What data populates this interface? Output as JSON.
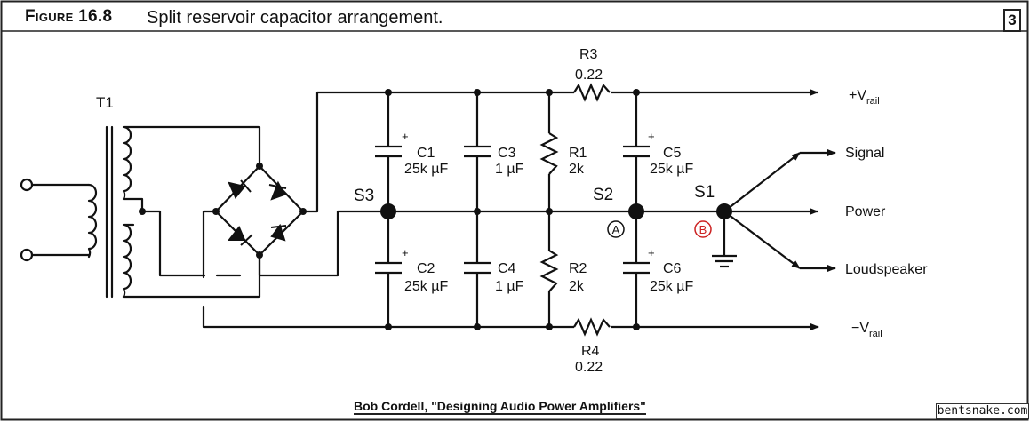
{
  "figure": {
    "label": "Figure 16.8",
    "caption": "Split reservoir capacitor arrangement.",
    "corner_number": "3"
  },
  "components": {
    "transformer": "T1",
    "c1": {
      "name": "C1",
      "value": "25k µF"
    },
    "c2": {
      "name": "C2",
      "value": "25k µF"
    },
    "c3": {
      "name": "C3",
      "value": "1 µF"
    },
    "c4": {
      "name": "C4",
      "value": "1 µF"
    },
    "c5": {
      "name": "C5",
      "value": "25k µF"
    },
    "c6": {
      "name": "C6",
      "value": "25k µF"
    },
    "r1": {
      "name": "R1",
      "value": "2k"
    },
    "r2": {
      "name": "R2",
      "value": "2k"
    },
    "r3": {
      "name": "R3",
      "value": "0.22"
    },
    "r4": {
      "name": "R4",
      "value": "0.22"
    },
    "plus": "+"
  },
  "nodes": {
    "s1": "S1",
    "s2": "S2",
    "s3": "S3",
    "a": "A",
    "b": "B"
  },
  "outputs": {
    "vrail_pos_prefix": "+V",
    "vrail_neg_prefix": "−V",
    "vrail_sub": "rail",
    "signal": "Signal",
    "power": "Power",
    "loudspeaker": "Loudspeaker"
  },
  "colors": {
    "ink": "#111111",
    "marker_b": "#cc2222"
  },
  "credit": "Bob Cordell, \"Designing Audio Power Amplifiers\"",
  "site": "bentsnake.com"
}
